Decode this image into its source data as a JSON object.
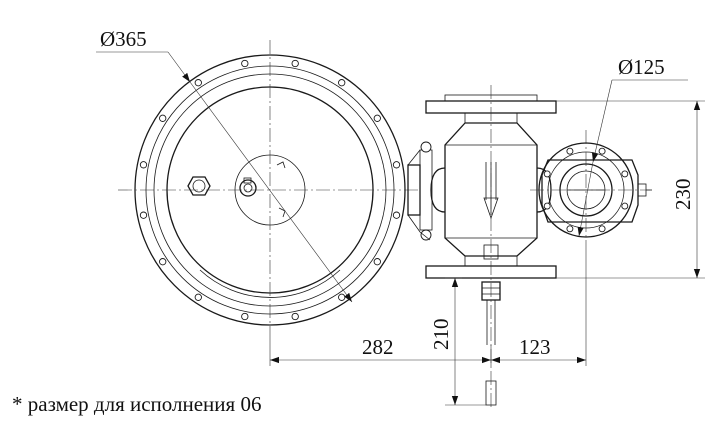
{
  "dimensions": {
    "body_flange_diameter": "Ø365",
    "outlet_flange_diameter": "Ø125",
    "overall_height": "230",
    "width_to_axis": "282",
    "width_to_outlet": "123",
    "depth_below_axis": "210"
  },
  "footnote": "* размер для исполнения 06"
}
